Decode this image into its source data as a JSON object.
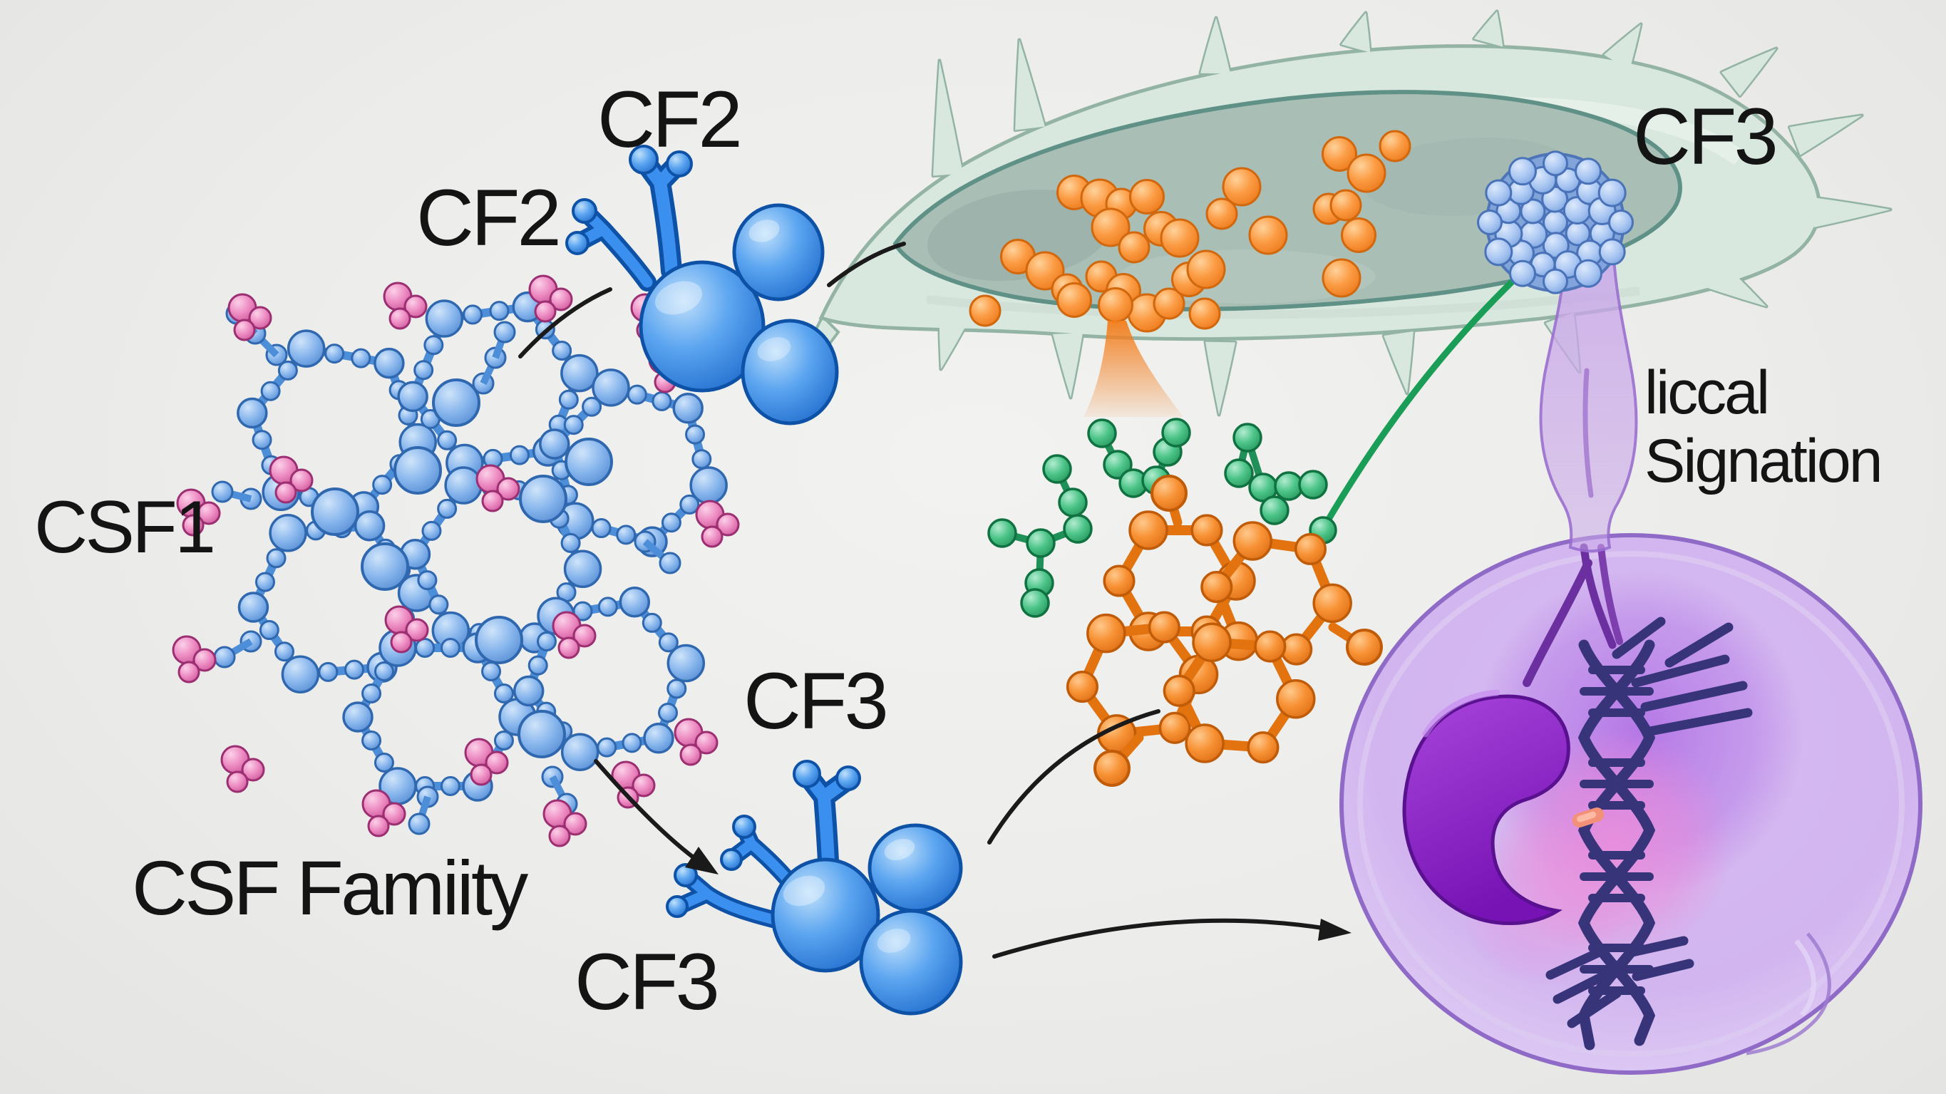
{
  "figure": {
    "title": "CSF family signaling illustration",
    "labels": {
      "cf2_upper": "CF2",
      "cf2_lower": "CF2",
      "csf1": "CSF1",
      "csf_family": "CSF Famiity",
      "cf3_mid": "CF3",
      "cf3_lower": "CF3",
      "cf3_cell": "CF3",
      "signal": [
        "liccal",
        "Signation"
      ]
    },
    "colors": {
      "background": "#ececea",
      "text": "#141414",
      "receptor_blue": "#2f86e8",
      "network_blue": "#5b9be0",
      "ligand_pink": "#d5559c",
      "vesicle_orange": "#f57d1e",
      "messenger_green": "#2ca56a",
      "cell_teal": "#d9e8df",
      "cell_teal_outline": "#93b3a5",
      "cell_inner_teal": "#a9bfb6",
      "nucleus_purple": "#8a2fc0",
      "cell_purple": "#d3b8f0",
      "dna_indigo": "#37347a"
    }
  }
}
